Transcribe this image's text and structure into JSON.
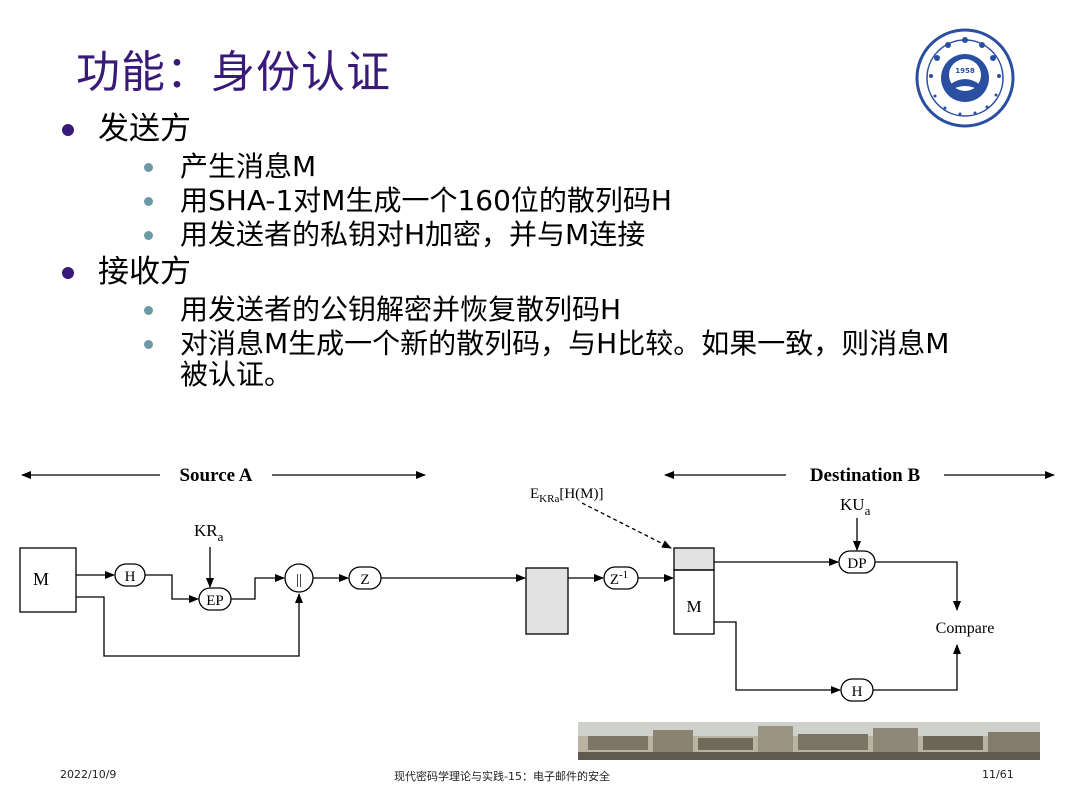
{
  "title": "功能：身份认证",
  "sections": [
    {
      "heading": "发送方",
      "items": [
        "产生消息M",
        "用SHA-1对M生成一个160位的散列码H",
        "用发送者的私钥对H加密，并与M连接"
      ]
    },
    {
      "heading": "接收方",
      "items": [
        "用发送者的公钥解密并恢复散列码H",
        "对消息M生成一个新的散列码，与H比较。如果一致，则消息M被认证。"
      ]
    }
  ],
  "diagram": {
    "source_label": "Source A",
    "destination_label": "Destination B",
    "message_label": "M",
    "hash_label": "H",
    "key_private": "KR",
    "key_private_sub": "a",
    "encrypt_label": "EP",
    "concat_label": "||",
    "compress_label": "Z",
    "decompress_label": "Z",
    "decompress_sup": "-1",
    "signature_label": "E",
    "signature_sub": "KRa",
    "signature_rest": "[H(M)]",
    "key_public": "KU",
    "key_public_sub": "a",
    "decrypt_label": "DP",
    "received_message_label": "M",
    "hash2_label": "H",
    "compare_label": "Compare"
  },
  "logo": {
    "year": "1958"
  },
  "footer": {
    "date": "2022/10/9",
    "course": "现代密码学理论与实践-15：电子邮件的安全",
    "page": "11/61"
  },
  "colors": {
    "title": "#3a1a78",
    "bullet1": "#3a1a78",
    "bullet2": "#6b9aa6",
    "logo": "#2a4fa0"
  }
}
